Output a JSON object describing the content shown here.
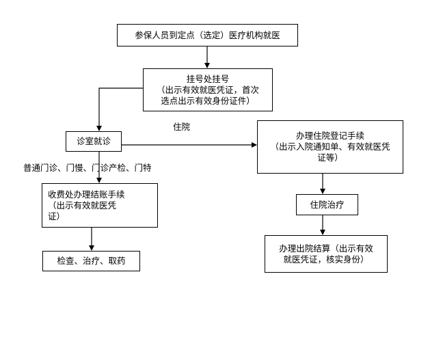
{
  "flow": {
    "start": {
      "text": "参保人员到定点（选定）医疗机构就医"
    },
    "registration": {
      "lines": [
        "挂号处挂号",
        "（出示有效就医凭证，首次",
        "选点出示有效身份证件）"
      ]
    },
    "clinic": {
      "text": "诊室就诊"
    },
    "inpatient_label": "住院",
    "outpatient_label": "普通门诊、门慢、门诊产检、门特",
    "admission": {
      "lines": [
        "办理住院登记手续",
        "（出示入院通知单、有效就医凭",
        "证等）"
      ]
    },
    "fee_office": {
      "lines": [
        "收费处办理结账手续",
        "（出示有效就医凭",
        "证）"
      ]
    },
    "inpatient_treatment": {
      "text": "住院治疗"
    },
    "exam": {
      "text": "检查、治疗、取药"
    },
    "discharge": {
      "lines": [
        "办理出院结算（出示有效",
        "就医凭证，核实身份）"
      ]
    }
  },
  "colors": {
    "line": "#000000",
    "box_border": "#000000",
    "background": "#ffffff"
  }
}
